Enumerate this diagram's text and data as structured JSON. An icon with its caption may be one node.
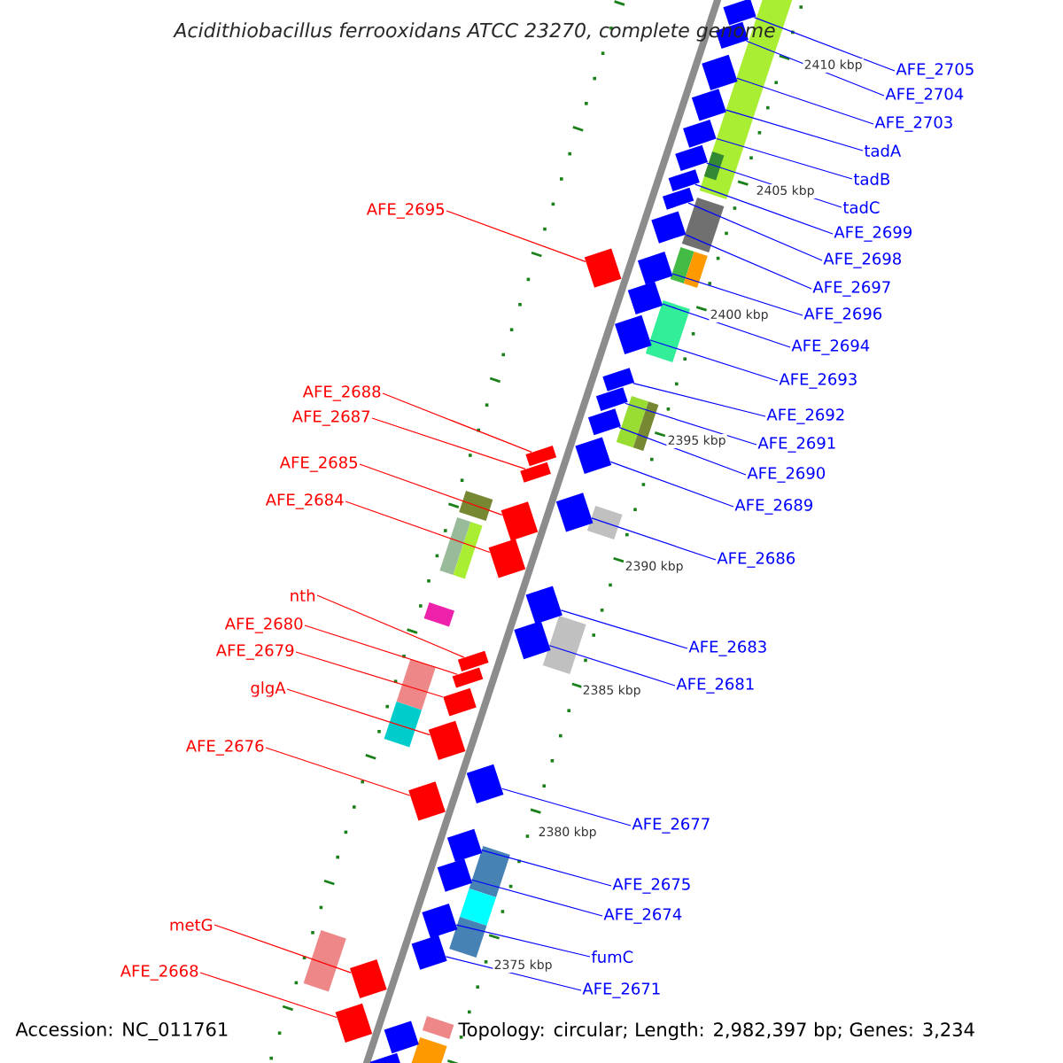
{
  "diagram": {
    "title": "Acidithiobacillus ferrooxidans ATCC 23270, complete genome",
    "nodes": [
      {
        "text": [
          "AFE_2705"
        ]
      },
      {
        "text": [
          "AFE_2704"
        ]
      },
      {
        "text": [
          "AFE_2703"
        ]
      },
      {
        "text": [
          "tadA"
        ]
      },
      {
        "text": [
          "tadB"
        ]
      },
      {
        "text": [
          "tadC"
        ]
      },
      {
        "text": [
          "AFE_2699"
        ]
      },
      {
        "text": [
          "AFE_2698"
        ]
      },
      {
        "text": [
          "AFE_2697"
        ]
      },
      {
        "text": [
          "AFE_2696"
        ]
      },
      {
        "text": [
          "AFE_2694"
        ]
      },
      {
        "text": [
          "AFE_2693"
        ]
      },
      {
        "text": [
          "AFE_2692"
        ]
      },
      {
        "text": [
          "AFE_2691"
        ]
      },
      {
        "text": [
          "AFE_2690"
        ]
      },
      {
        "text": [
          "AFE_2689"
        ]
      },
      {
        "text": [
          "AFE_2686"
        ]
      },
      {
        "text": [
          "AFE_2683"
        ]
      },
      {
        "text": [
          "AFE_2681"
        ]
      },
      {
        "text": [
          "AFE_2677"
        ]
      },
      {
        "text": [
          "AFE_2675"
        ]
      },
      {
        "text": [
          "AFE_2674"
        ]
      },
      {
        "text": [
          "fumC"
        ]
      },
      {
        "text": [
          "AFE_2671"
        ]
      },
      {
        "text": [
          "AFE_2695"
        ]
      },
      {
        "text": [
          "AFE_2688"
        ]
      },
      {
        "text": [
          "AFE_2687"
        ]
      },
      {
        "text": [
          "AFE_2685"
        ]
      },
      {
        "text": [
          "AFE_2684"
        ]
      },
      {
        "text": [
          "nth"
        ]
      },
      {
        "text": [
          "AFE_2680"
        ]
      },
      {
        "text": [
          "AFE_2679"
        ]
      },
      {
        "text": [
          "glgA"
        ]
      },
      {
        "text": [
          "AFE_2676"
        ]
      },
      {
        "text": [
          "metG"
        ]
      },
      {
        "text": [
          "AFE_2668"
        ]
      },
      {
        "text": [],
        "shape": "box"
      },
      {
        "text": [],
        "shape": "box"
      },
      {
        "text": [],
        "shape": "box"
      },
      {
        "text": [],
        "shape": "box"
      },
      {
        "text": [],
        "shape": "box"
      },
      {
        "text": [],
        "shape": "box"
      },
      {
        "text": [],
        "shape": "box"
      },
      {
        "text": [],
        "shape": "box"
      },
      {
        "text": [],
        "shape": "box"
      },
      {
        "text": [],
        "shape": "box"
      },
      {
        "text": [],
        "shape": "box"
      },
      {
        "text": [],
        "shape": "box"
      },
      {
        "text": [],
        "shape": "box"
      },
      {
        "text": [],
        "shape": "box"
      },
      {
        "text": [],
        "shape": "box"
      },
      {
        "text": [],
        "shape": "box"
      },
      {
        "text": [],
        "shape": "box"
      },
      {
        "text": [],
        "shape": "box"
      },
      {
        "text": [],
        "shape": "box"
      },
      {
        "text": [],
        "shape": "box"
      },
      {
        "text": [],
        "shape": "box"
      },
      {
        "text": [],
        "shape": "box"
      },
      {
        "text": [],
        "shape": "box"
      },
      {
        "text": [],
        "shape": "box"
      },
      {
        "text": [],
        "shape": "box"
      },
      {
        "text": [],
        "shape": "box"
      },
      {
        "text": [],
        "shape": "box"
      },
      {
        "text": [],
        "shape": "box"
      },
      {
        "text": [],
        "shape": "box"
      },
      {
        "text": [],
        "shape": "box"
      },
      {
        "text": [],
        "shape": "box"
      },
      {
        "text": [],
        "shape": "box"
      },
      {
        "text": [],
        "shape": "box"
      },
      {
        "text": [],
        "shape": "box"
      },
      {
        "text": [],
        "shape": "box"
      },
      {
        "text": [],
        "shape": "box"
      },
      {
        "text": [],
        "shape": "box"
      },
      {
        "text": [],
        "shape": "box"
      }
    ],
    "edges": [
      {
        "from": 0,
        "to": 36,
        "arrow": "none"
      },
      {
        "from": 1,
        "to": 37,
        "arrow": "none"
      },
      {
        "from": 2,
        "to": 38,
        "arrow": "none"
      },
      {
        "from": 3,
        "to": 39,
        "arrow": "none"
      },
      {
        "from": 4,
        "to": 40,
        "arrow": "none"
      },
      {
        "from": 5,
        "to": 41,
        "arrow": "none"
      },
      {
        "from": 6,
        "to": 42,
        "arrow": "none"
      },
      {
        "from": 7,
        "to": 43,
        "arrow": "none"
      },
      {
        "from": 8,
        "to": 44,
        "arrow": "none"
      },
      {
        "from": 9,
        "to": 45,
        "arrow": "none"
      },
      {
        "from": 10,
        "to": 46,
        "arrow": "none"
      },
      {
        "from": 11,
        "to": 47,
        "arrow": "none"
      },
      {
        "from": 12,
        "to": 48,
        "arrow": "none"
      },
      {
        "from": 13,
        "to": 49,
        "arrow": "none"
      },
      {
        "from": 14,
        "to": 50,
        "arrow": "none"
      },
      {
        "from": 15,
        "to": 51,
        "arrow": "none"
      },
      {
        "from": 16,
        "to": 52,
        "arrow": "none"
      },
      {
        "from": 17,
        "to": 53,
        "arrow": "none"
      },
      {
        "from": 18,
        "to": 54,
        "arrow": "none"
      },
      {
        "from": 19,
        "to": 55,
        "arrow": "none"
      },
      {
        "from": 20,
        "to": 56,
        "arrow": "none"
      },
      {
        "from": 21,
        "to": 57,
        "arrow": "none"
      },
      {
        "from": 22,
        "to": 58,
        "arrow": "none"
      },
      {
        "from": 23,
        "to": 59,
        "arrow": "none"
      },
      {
        "from": 24,
        "to": 60,
        "arrow": "none",
        "color": "#ff0000"
      },
      {
        "from": 25,
        "to": 61,
        "arrow": "none",
        "color": "#ff0000"
      },
      {
        "from": 26,
        "to": 62,
        "arrow": "none",
        "color": "#ff0000"
      },
      {
        "from": 27,
        "to": 63,
        "arrow": "none",
        "color": "#ff0000"
      },
      {
        "from": 28,
        "to": 64,
        "arrow": "none",
        "color": "#ff0000"
      },
      {
        "from": 29,
        "to": 65,
        "arrow": "none",
        "color": "#ff0000"
      },
      {
        "from": 30,
        "to": 66,
        "arrow": "none",
        "color": "#ff0000"
      },
      {
        "from": 31,
        "to": 67,
        "arrow": "none",
        "color": "#ff0000"
      },
      {
        "from": 32,
        "to": 68,
        "arrow": "none",
        "color": "#ff0000"
      },
      {
        "from": 33,
        "to": 69,
        "arrow": "none",
        "color": "#ff0000"
      },
      {
        "from": 34,
        "to": 70,
        "arrow": "none",
        "color": "#ff0000"
      },
      {
        "from": 35,
        "to": 71,
        "arrow": "none",
        "color": "#ff0000"
      }
    ],
    "labels": [
      "2410 kbp",
      "2405 kbp",
      "2400 kbp",
      "2395 kbp",
      "2390 kbp",
      "2385 kbp",
      "2380 kbp",
      "2375 kbp",
      "Accession: NC_011761",
      "Topology: circular; Length: 2,982,397 bp; Genes: 3,234"
    ]
  }
}
